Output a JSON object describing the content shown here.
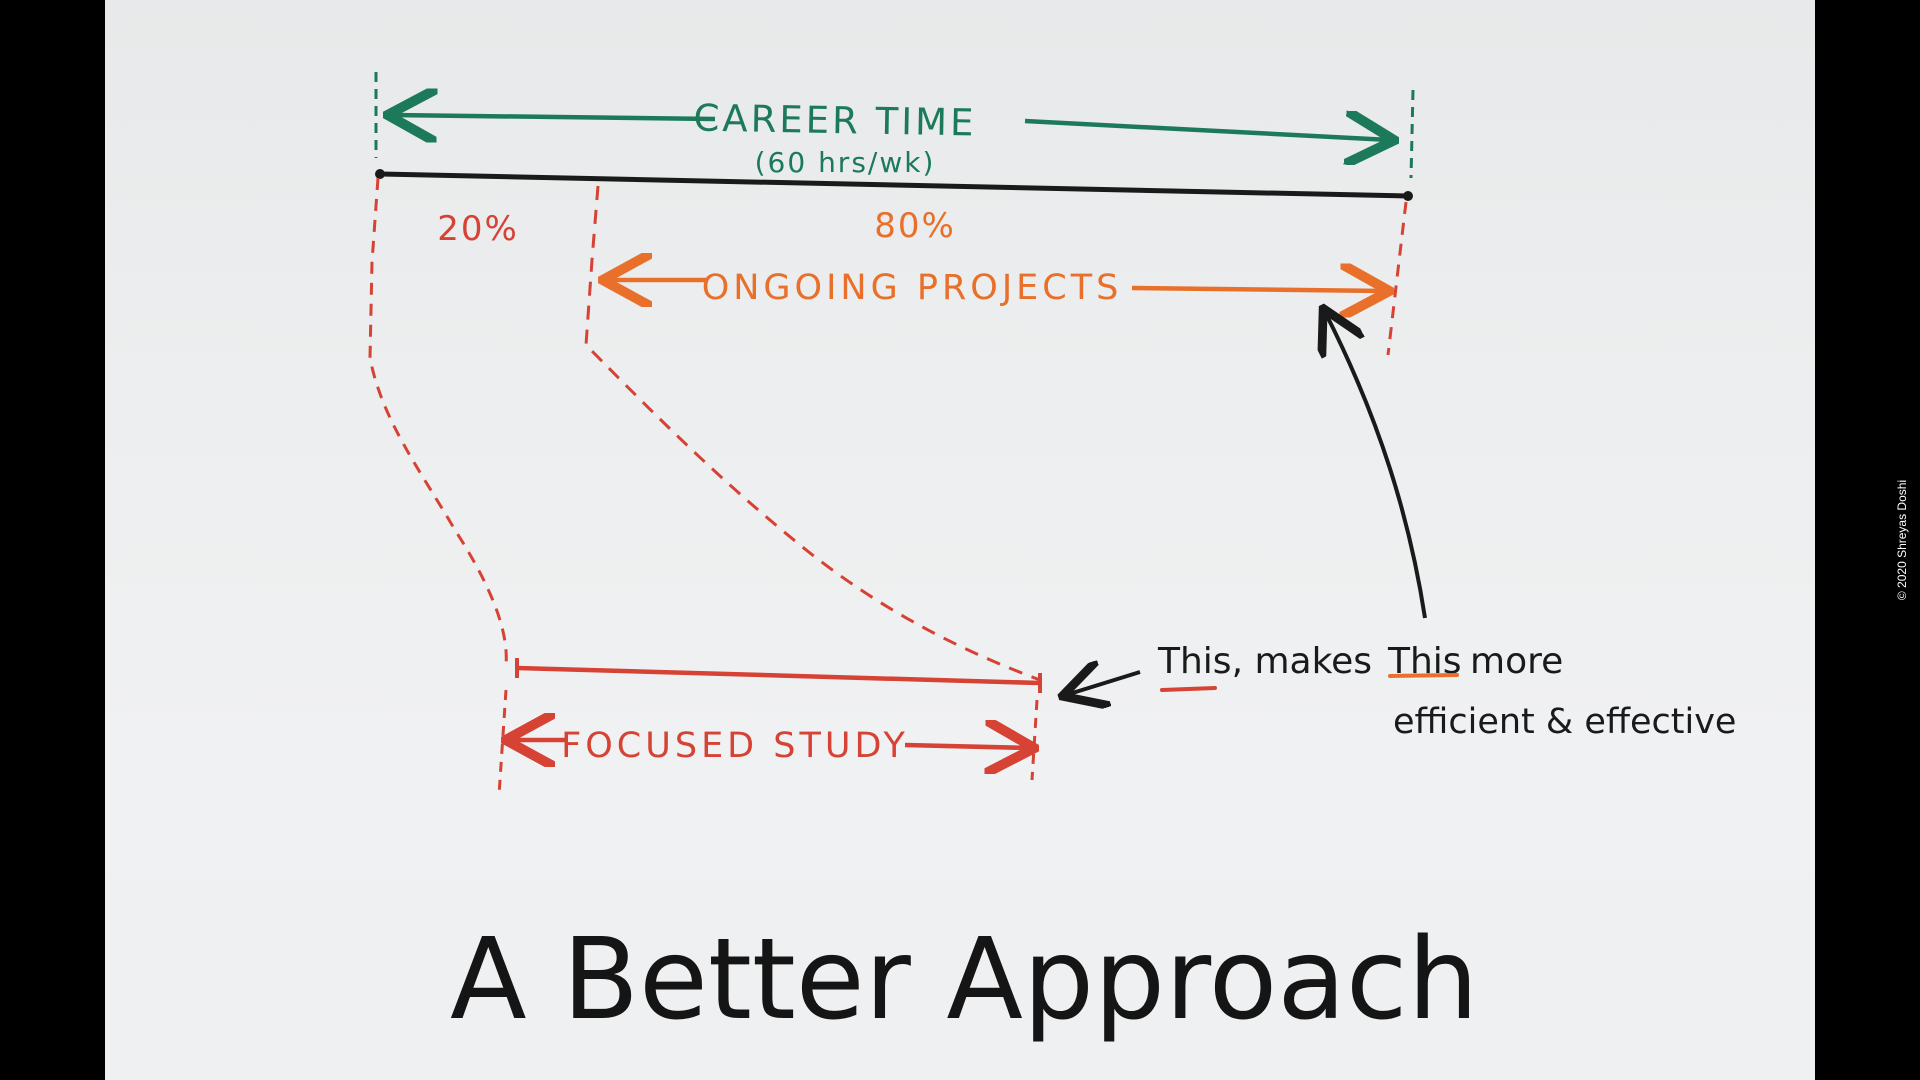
{
  "diagram": {
    "career_label": "CAREER TIME",
    "career_sublabel": "(60 hrs/wk)",
    "study_percent": "20%",
    "projects_percent": "80%",
    "projects_label": "ONGOING PROJECTS",
    "study_label": "FOCUSED STUDY",
    "annotation": {
      "this_1": "This",
      "comma_makes": ", makes",
      "this_2": "This",
      "more": "more",
      "line2": "efficient & effective"
    },
    "title": "A Better Approach"
  },
  "credit": "© 2020 Shreyas Doshi",
  "colors": {
    "green": "#1c7a5a",
    "red": "#d64234",
    "orange": "#e8702a",
    "black": "#1a1a1a",
    "paper": "#eceeef"
  }
}
